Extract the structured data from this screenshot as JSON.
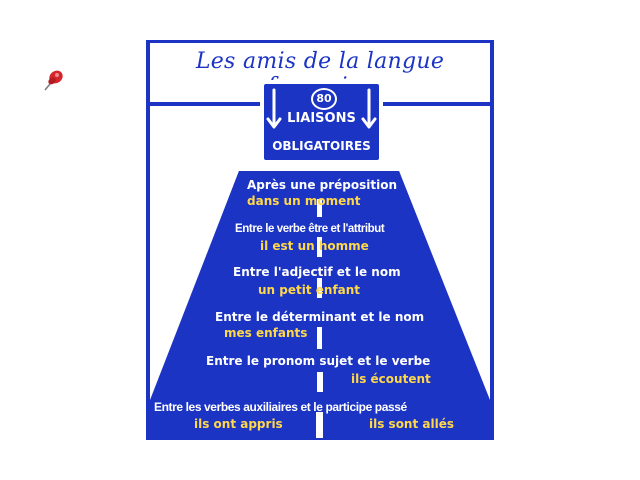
{
  "header": {
    "title": "Les amis de la langue française"
  },
  "sign": {
    "badge": "80",
    "line1": "LIAISONS",
    "line2": "OBLIGATOIRES"
  },
  "rules": [
    {
      "rule": "Après une préposition",
      "example": "dans un moment"
    },
    {
      "rule": "Entre le verbe être et l'attribut",
      "example": "il est un homme"
    },
    {
      "rule": "Entre l'adjectif et le nom",
      "example": "un petit enfant"
    },
    {
      "rule": "Entre le déterminant et le nom",
      "example": "mes enfants"
    },
    {
      "rule": "Entre le pronom sujet et le verbe",
      "example": "ils écoutent"
    },
    {
      "rule": "Entre les verbes auxiliaires et le participe passé",
      "example_left": "ils ont appris",
      "example_right": "ils sont allés"
    }
  ],
  "colors": {
    "road_blue": "#1c34c4",
    "background": "#ffffff",
    "example_text": "#ffd84a",
    "pin": "#d6262b"
  },
  "icons": {
    "pin": "pushpin-icon",
    "arrows": "down-arrow-icon"
  }
}
